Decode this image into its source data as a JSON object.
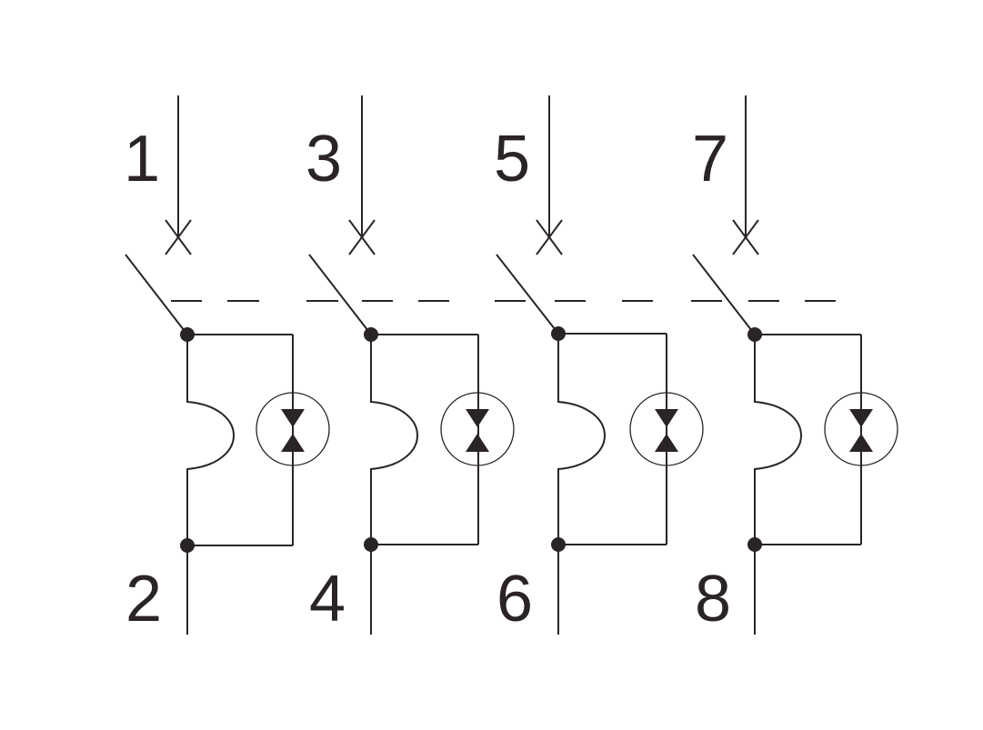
{
  "colors": {
    "ink": "#2b2424",
    "background": "#ffffff"
  },
  "poles": [
    {
      "top_label": "1",
      "bottom_label": "2"
    },
    {
      "top_label": "3",
      "bottom_label": "4"
    },
    {
      "top_label": "5",
      "bottom_label": "6"
    },
    {
      "top_label": "7",
      "bottom_label": "8"
    }
  ],
  "icons": {
    "pole_trip_element": "thermal-trip-icon",
    "pole_surge_element": "surge-arrester-icon",
    "pole_contact": "switch-contact-icon",
    "pole_isolator": "isolator-cross-icon"
  }
}
